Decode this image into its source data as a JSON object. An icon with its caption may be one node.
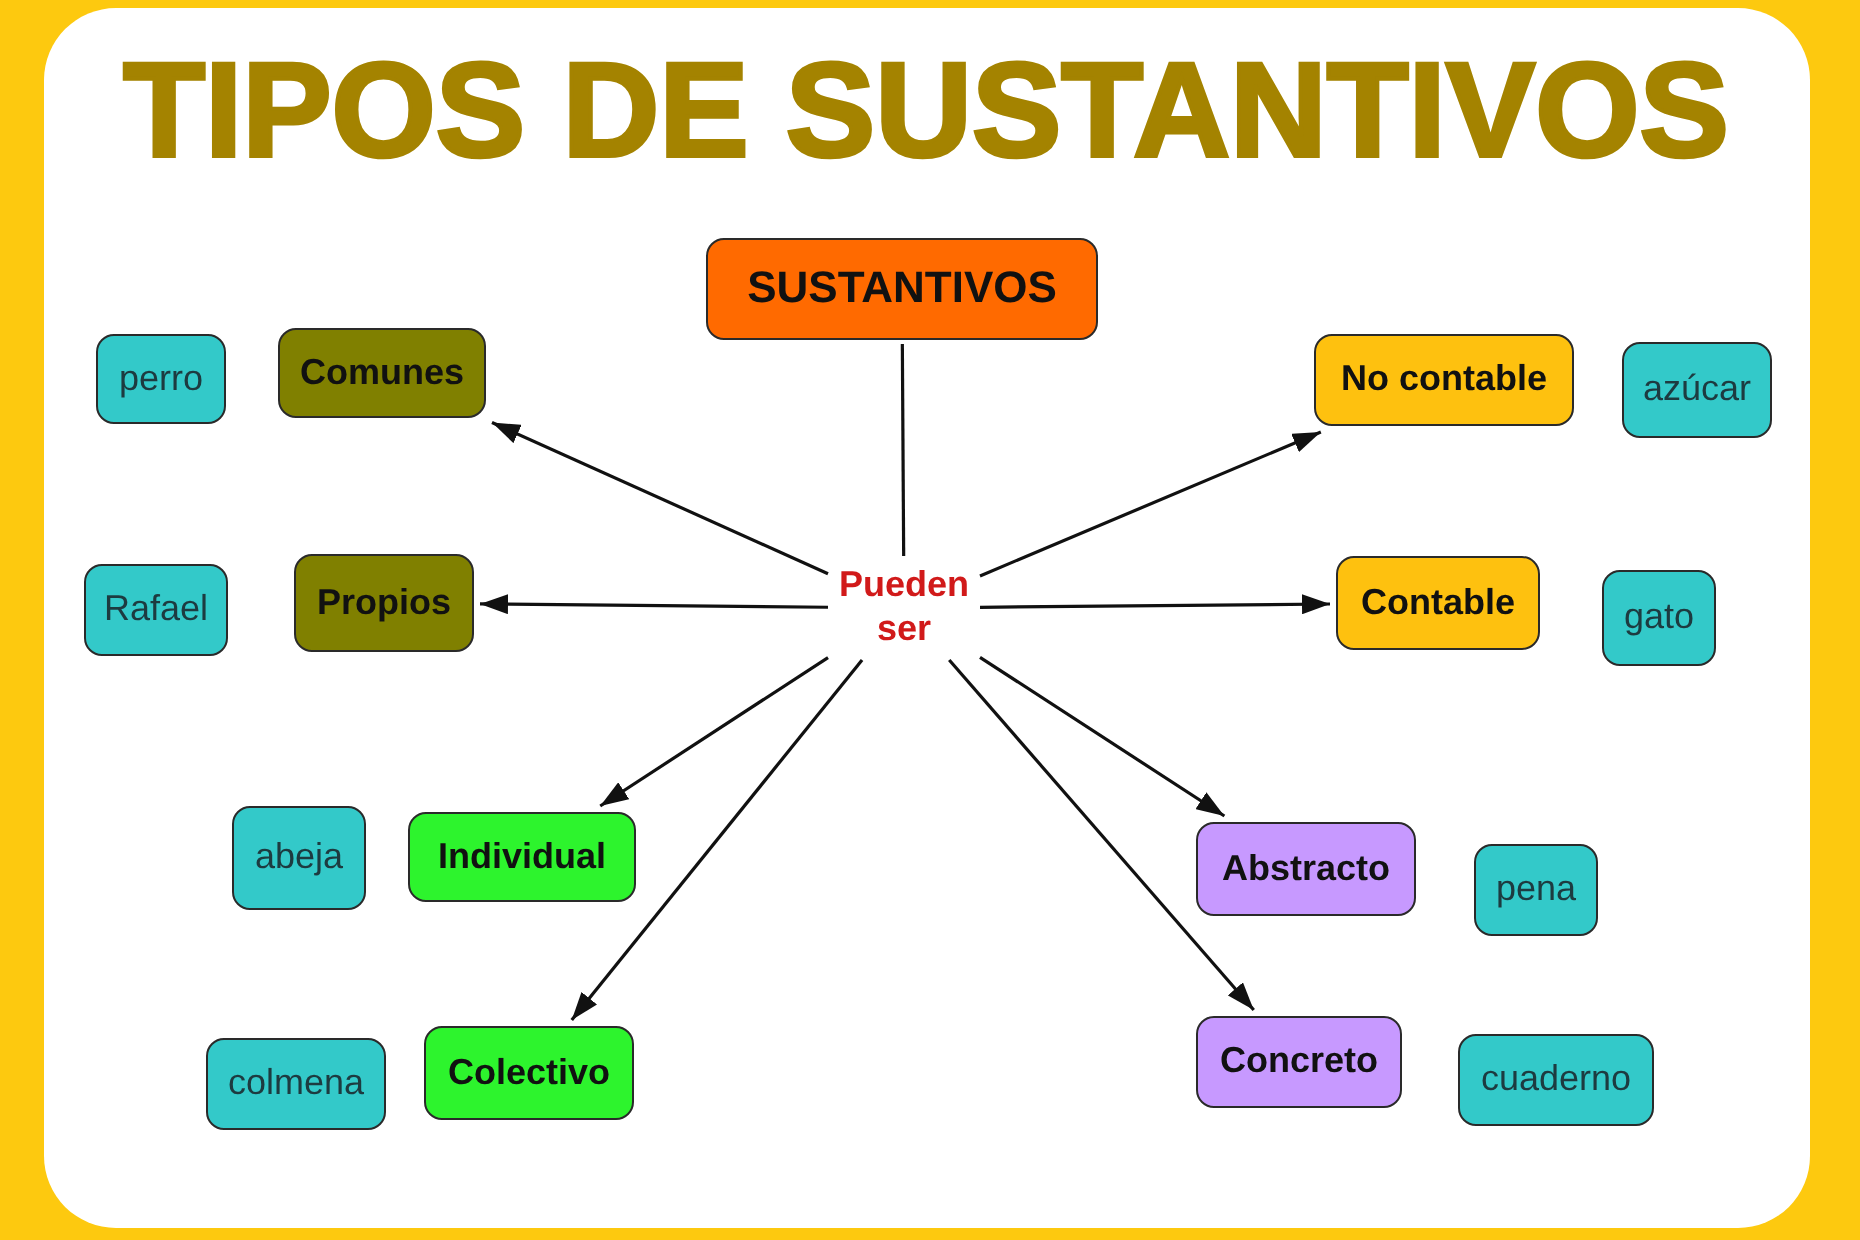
{
  "diagram": {
    "title": "TIPOS DE SUSTANTIVOS",
    "nodes": [
      {
        "text": [
          "SUSTANTIVOS"
        ]
      },
      {
        "text": [
          "Pueden ser"
        ]
      },
      {
        "text": [
          "perro"
        ]
      },
      {
        "text": [
          "Comunes"
        ]
      },
      {
        "text": [
          "No contable"
        ]
      },
      {
        "text": [
          "azúcar"
        ]
      },
      {
        "text": [
          "Rafael"
        ]
      },
      {
        "text": [
          "Propios"
        ]
      },
      {
        "text": [
          "Contable"
        ]
      },
      {
        "text": [
          "gato"
        ]
      },
      {
        "text": [
          "abeja"
        ]
      },
      {
        "text": [
          "Individual"
        ]
      },
      {
        "text": [
          "Abstracto"
        ]
      },
      {
        "text": [
          "pena"
        ]
      },
      {
        "text": [
          "colmena"
        ]
      },
      {
        "text": [
          "Colectivo"
        ]
      },
      {
        "text": [
          "Concreto"
        ]
      },
      {
        "text": [
          "cuaderno"
        ]
      }
    ],
    "edges": [
      {
        "from": 0,
        "to": 1,
        "arrow": "none"
      },
      {
        "from": 1,
        "to": 3,
        "arrow": "to"
      },
      {
        "from": 1,
        "to": 7,
        "arrow": "to"
      },
      {
        "from": 1,
        "to": 11,
        "arrow": "to"
      },
      {
        "from": 1,
        "to": 15,
        "arrow": "to"
      },
      {
        "from": 1,
        "to": 4,
        "arrow": "to"
      },
      {
        "from": 1,
        "to": 8,
        "arrow": "to"
      },
      {
        "from": 1,
        "to": 12,
        "arrow": "to"
      },
      {
        "from": 1,
        "to": 16,
        "arrow": "to"
      }
    ]
  }
}
